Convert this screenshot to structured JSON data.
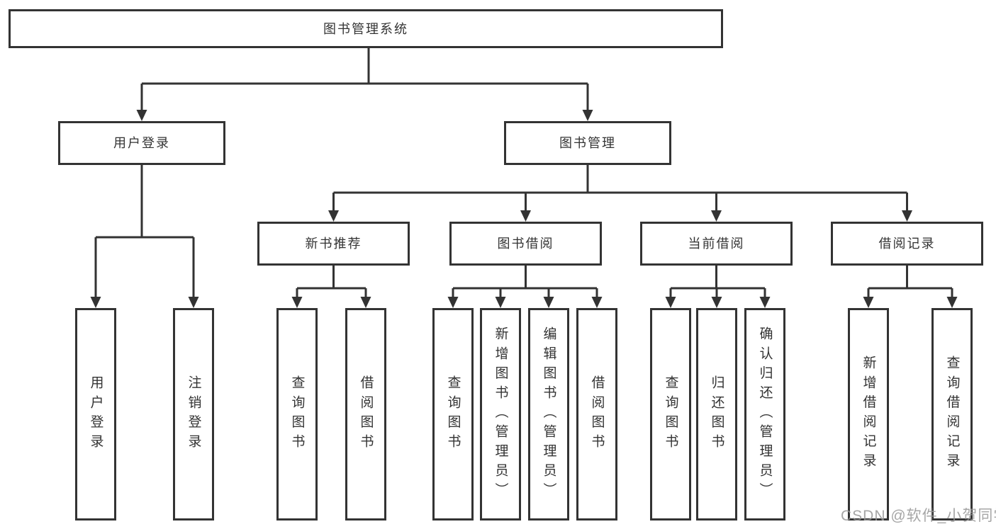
{
  "diagram": {
    "root_label": "图书管理系统",
    "user_login": {
      "label": "用户登录",
      "children": [
        {
          "label": "用户登录"
        },
        {
          "label": "注销登录"
        }
      ]
    },
    "book_mgmt": {
      "label": "图书管理",
      "sections": [
        {
          "label": "新书推荐",
          "children": [
            {
              "label": "查询图书"
            },
            {
              "label": "借阅图书"
            }
          ]
        },
        {
          "label": "图书借阅",
          "children": [
            {
              "label": "查询图书"
            },
            {
              "label": "新增图书（管理员）"
            },
            {
              "label": "编辑图书（管理员）"
            },
            {
              "label": "借阅图书"
            }
          ]
        },
        {
          "label": "当前借阅",
          "children": [
            {
              "label": "查询图书"
            },
            {
              "label": "归还图书"
            },
            {
              "label": "确认归还（管理员）"
            }
          ]
        },
        {
          "label": "借阅记录",
          "children": [
            {
              "label": "新增借阅记录"
            },
            {
              "label": "查询借阅记录"
            }
          ]
        }
      ]
    }
  },
  "watermark": "CSDN @软件_小贺同学",
  "colors": {
    "line": "#333333",
    "box_border": "#333333",
    "box_bg": "#ffffff",
    "text": "#333333",
    "watermark": "#969696"
  }
}
